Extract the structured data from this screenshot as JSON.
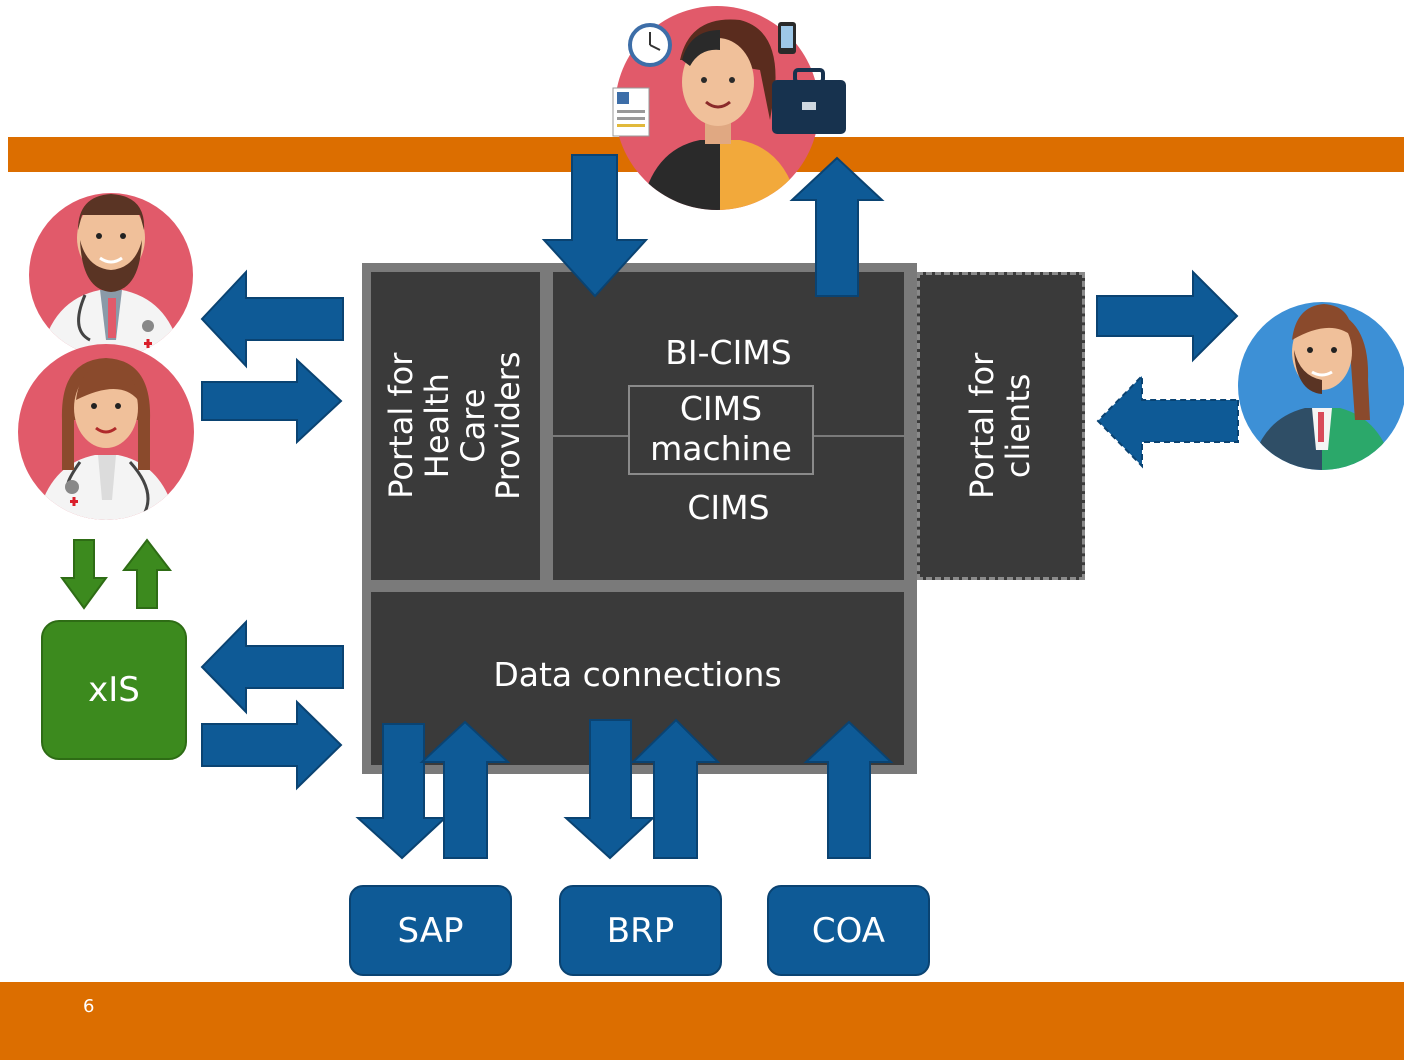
{
  "colors": {
    "orange": "#DC6E00",
    "dark_panel": "#3A3A3A",
    "panel_border": "#7A7A7A",
    "arrow_blue": "#0E5A96",
    "arrow_stroke": "#0A4372",
    "green": "#3C8A1E",
    "green_dark": "#2E6C15",
    "pink_circle": "#E15A6A",
    "blue_circle": "#3D90D6",
    "white": "#FFFFFF"
  },
  "page_number": "6",
  "panels": {
    "hcp_portal": "Portal for\nHealth Care\nProviders",
    "bi_cims": "BI-CIMS",
    "cims_machine_line1": "CIMS",
    "cims_machine_line2": "machine",
    "cims": "CIMS",
    "client_portal": "Portal for\nclients",
    "data_connections": "Data connections"
  },
  "systems": {
    "xis": "xIS",
    "sap": "SAP",
    "brp": "BRP",
    "coa": "COA"
  },
  "icons": {
    "doctor_male": "doctor-male-avatar",
    "doctor_female": "doctor-female-avatar",
    "employee": "employee-avatar",
    "client": "client-avatar"
  }
}
